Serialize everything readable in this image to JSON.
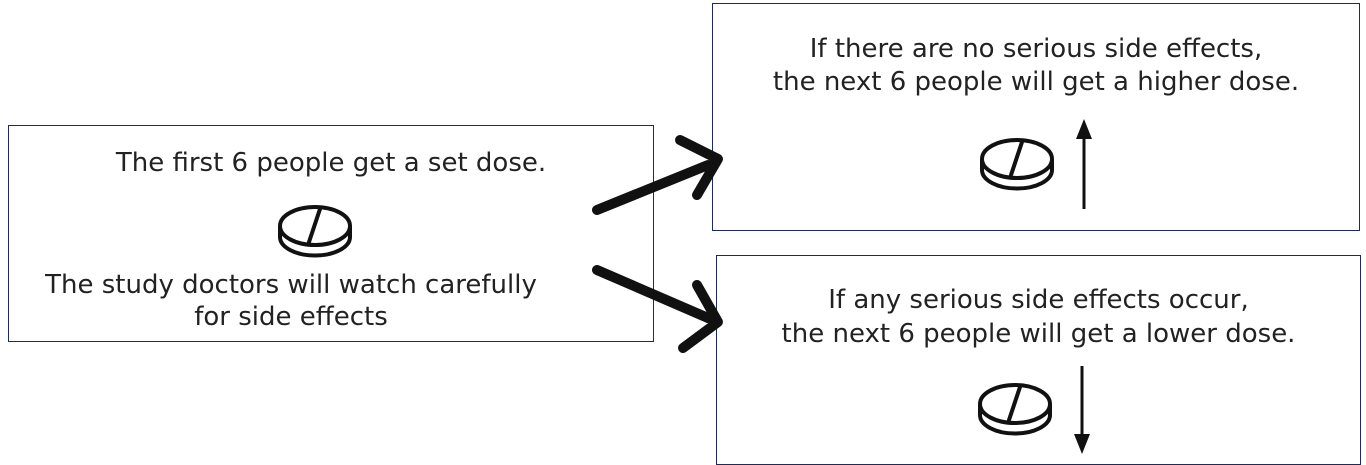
{
  "start": {
    "title": "The first 6 people get a set dose.",
    "note_line1": "The study doctors will watch carefully",
    "note_line2": "for side effects",
    "pill_icon": "pill-icon"
  },
  "higher": {
    "line1": "If there are no serious side effects,",
    "line2": "the next 6 people will get a higher dose.",
    "pill_icon": "pill-icon",
    "arrow_icon": "arrow-up-icon"
  },
  "lower": {
    "line1": "If any serious side effects occur,",
    "line2": "the next 6 people will get a lower dose.",
    "pill_icon": "pill-icon",
    "arrow_icon": "arrow-down-icon"
  },
  "connectors": [
    "arrow-to-higher",
    "arrow-to-lower"
  ]
}
